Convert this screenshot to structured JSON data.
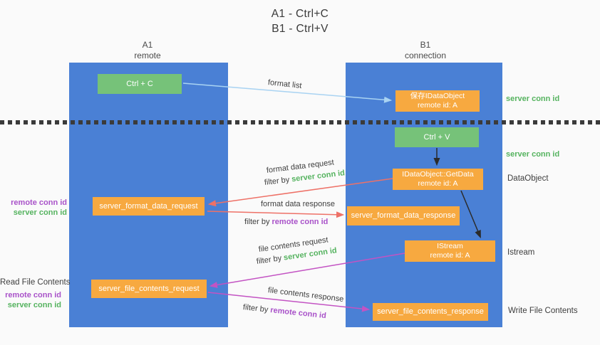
{
  "title": {
    "line1": "A1 - Ctrl+C",
    "line2": "B1 - Ctrl+V"
  },
  "columns": {
    "a": {
      "name": "A1",
      "subtitle": "remote"
    },
    "b": {
      "name": "B1",
      "subtitle": "connection"
    }
  },
  "nodes": {
    "ctrl_c": "Ctrl + C",
    "ctrl_v": "Ctrl + V",
    "save_idataobject": {
      "line1": "保存IDataObject",
      "line2": "remote id: A"
    },
    "getdata": {
      "line1": "IDataObject::GetData",
      "line2": "remote id: A"
    },
    "istream": {
      "line1": "IStream",
      "line2": "remote id: A"
    },
    "format_request": "server_format_data_request",
    "format_response": "server_format_data_response",
    "file_request": "server_file_contents_request",
    "file_response": "server_file_contents_response"
  },
  "edge_labels": {
    "format_list": "format list",
    "format_data_request": "format data request",
    "filter_server_1": {
      "prefix": "filter by ",
      "id": "server conn id"
    },
    "format_data_response": "format data response",
    "filter_remote_1": {
      "prefix": "filter by ",
      "id": "remote conn id"
    },
    "file_contents_request": "file contents request",
    "filter_server_2": {
      "prefix": "filter by ",
      "id": "server conn id"
    },
    "file_contents_response": "file contents response",
    "filter_remote_2": {
      "prefix": "filter by ",
      "id": "remote conn id"
    }
  },
  "side_labels": {
    "right": {
      "server_conn_id_1": "server conn id",
      "server_conn_id_2": "server conn id",
      "dataobject": "DataObject",
      "istream": "Istream",
      "write_file_contents": "Write File Contents"
    },
    "left": {
      "remote_conn_id_1": "remote conn id",
      "server_conn_id_1": "server conn id",
      "read_file_contents": "Read File Contents",
      "remote_conn_id_2": "remote conn id",
      "server_conn_id_2": "server conn id"
    }
  },
  "colors": {
    "column_blue": "#4a80d5",
    "box_orange": "#f7a940",
    "box_green": "#76c279",
    "green_id_text": "#55b35f",
    "purple_id_text": "#a952c9",
    "arrow_salmon": "#ee7167",
    "arrow_magenta": "#c353c3",
    "arrow_lightblue": "#a9d3f2",
    "arrow_black": "#2b2b2b",
    "background": "#fafafa"
  }
}
